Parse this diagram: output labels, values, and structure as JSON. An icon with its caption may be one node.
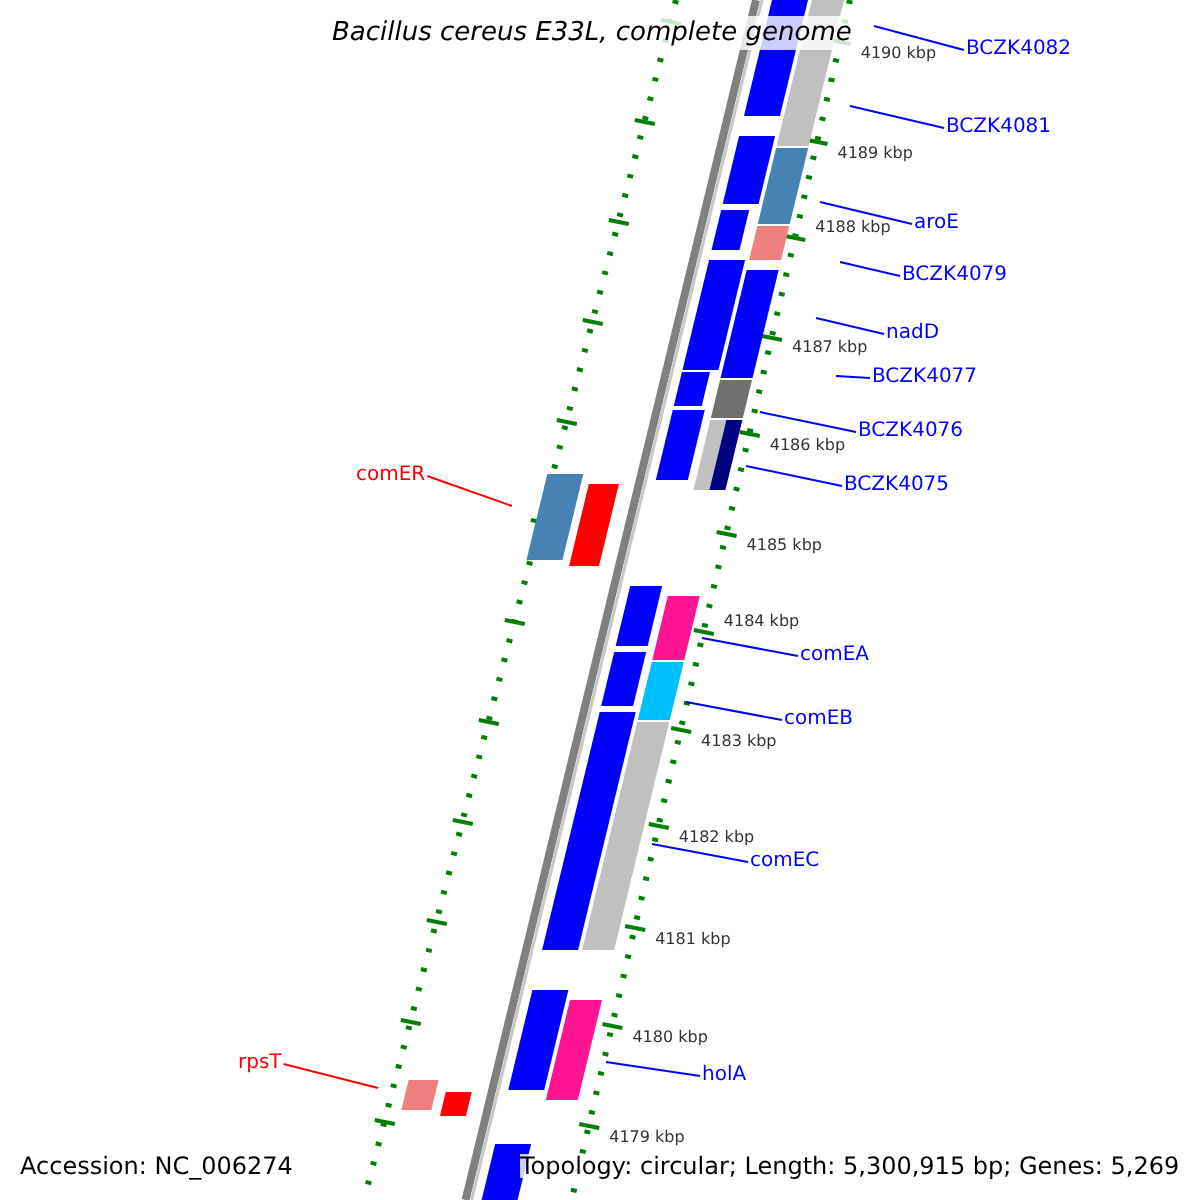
{
  "diagram": {
    "title": "Bacillus cereus E33L, complete genome",
    "nodes": [
      {
        "text": [
          "BCZK4082"
        ]
      },
      {
        "text": [
          "BCZK4081"
        ]
      },
      {
        "text": [
          "aroE"
        ]
      },
      {
        "text": [
          "BCZK4079"
        ]
      },
      {
        "text": [
          "nadD"
        ]
      },
      {
        "text": [
          "BCZK4077"
        ]
      },
      {
        "text": [
          "BCZK4076"
        ]
      },
      {
        "text": [
          "BCZK4075"
        ]
      },
      {
        "text": [
          "comER"
        ]
      },
      {
        "text": [
          "comEA"
        ]
      },
      {
        "text": [
          "comEB"
        ]
      },
      {
        "text": [
          "comEC"
        ]
      },
      {
        "text": [
          "holA"
        ]
      },
      {
        "text": [
          "rpsT"
        ]
      }
    ],
    "edges": [
      {
        "from": 0,
        "to": null,
        "arrow": "none"
      },
      {
        "from": 1,
        "to": null,
        "arrow": "none"
      },
      {
        "from": 2,
        "to": null,
        "arrow": "none"
      },
      {
        "from": 3,
        "to": null,
        "arrow": "none"
      },
      {
        "from": 4,
        "to": null,
        "arrow": "none"
      },
      {
        "from": 5,
        "to": null,
        "arrow": "none"
      },
      {
        "from": 6,
        "to": null,
        "arrow": "none"
      },
      {
        "from": 7,
        "to": null,
        "arrow": "none"
      },
      {
        "from": 8,
        "to": null,
        "arrow": "none",
        "color": "#ff0000"
      },
      {
        "from": 9,
        "to": null,
        "arrow": "none"
      },
      {
        "from": 10,
        "to": null,
        "arrow": "none"
      },
      {
        "from": 11,
        "to": null,
        "arrow": "none"
      },
      {
        "from": 12,
        "to": null,
        "arrow": "none"
      },
      {
        "from": 13,
        "to": null,
        "arrow": "none",
        "color": "#ff0000"
      }
    ],
    "labels": [
      "4190 kbp",
      "4189 kbp",
      "4188 kbp",
      "4187 kbp",
      "4186 kbp",
      "4185 kbp",
      "4184 kbp",
      "4183 kbp",
      "4182 kbp",
      "4181 kbp",
      "4180 kbp",
      "4179 kbp",
      "Accession: NC_006274",
      "Topology: circular; Length: 5,300,915 bp; Genes: 5,269"
    ]
  }
}
